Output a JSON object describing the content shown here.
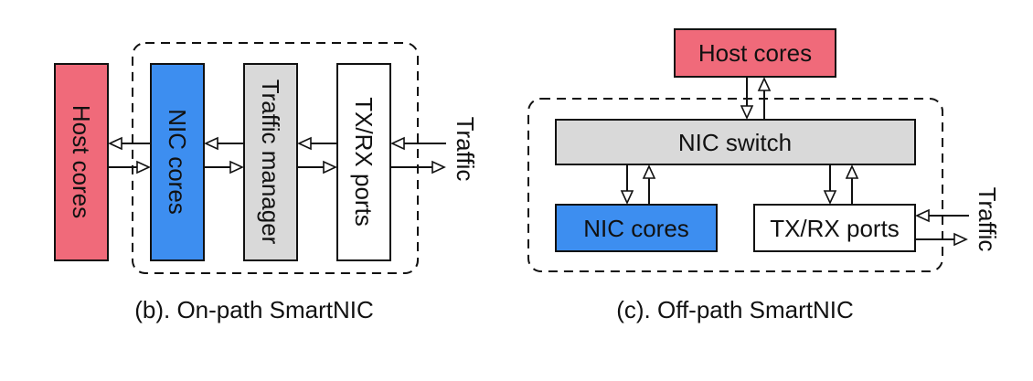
{
  "on_path": {
    "caption": "(b). On-path SmartNIC",
    "host_cores_label": "Host cores",
    "nic_cores_label": "NIC cores",
    "traffic_manager_label": "Traffic manager",
    "txrx_ports_label": "TX/RX ports",
    "traffic_label": "Traffic"
  },
  "off_path": {
    "caption": "(c). Off-path SmartNIC",
    "host_cores_label": "Host cores",
    "nic_switch_label": "NIC switch",
    "nic_cores_label": "NIC cores",
    "txrx_ports_label": "TX/RX ports",
    "traffic_label": "Traffic"
  },
  "colors": {
    "host_cores": "#f06a7a",
    "nic_cores": "#3d8ef0",
    "traffic_manager": "#d9d9d9",
    "nic_switch": "#d9d9d9",
    "txrx_ports": "#ffffff"
  }
}
